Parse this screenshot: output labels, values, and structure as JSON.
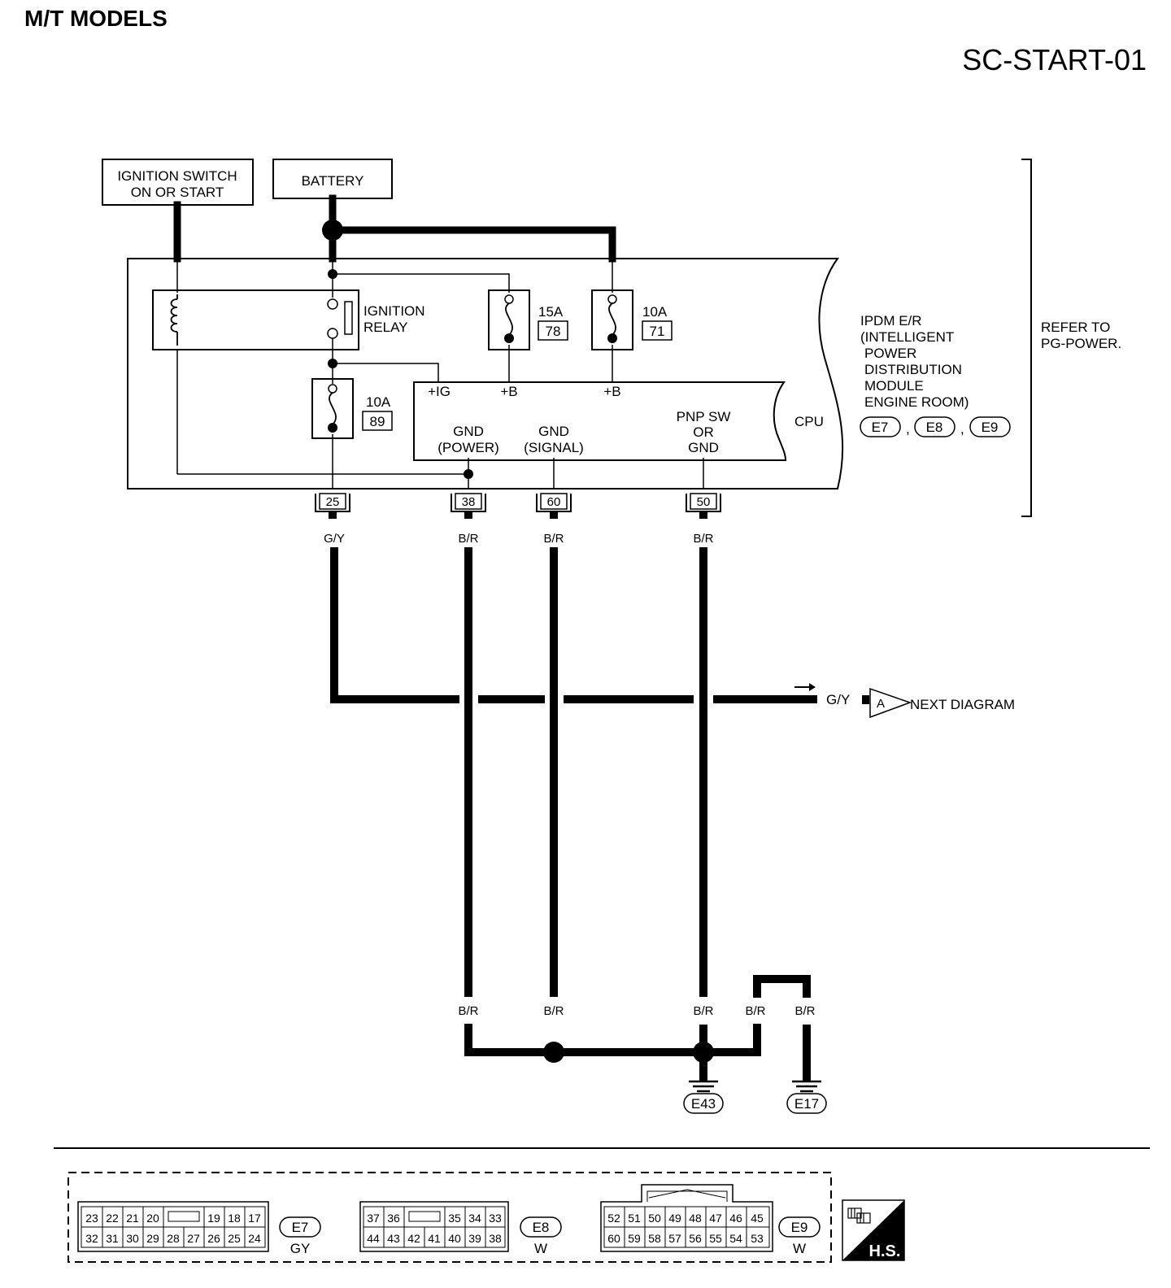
{
  "header": {
    "title": "M/T MODELS",
    "diagram_code": "SC-START-01"
  },
  "sources": {
    "ignition_switch": [
      "IGNITION SWITCH",
      "ON OR START"
    ],
    "battery": "BATTERY"
  },
  "ipdm": {
    "relay_label": [
      "IGNITION",
      "RELAY"
    ],
    "fuses": [
      {
        "rating": "15A",
        "number": "78"
      },
      {
        "rating": "10A",
        "number": "71"
      },
      {
        "rating": "10A",
        "number": "89"
      }
    ],
    "cpu_label": "CPU",
    "pins": {
      "ig": "+IG",
      "b1": "+B",
      "b2": "+B",
      "gnd_power": [
        "GND",
        "(POWER)"
      ],
      "gnd_signal": [
        "GND",
        "(SIGNAL)"
      ],
      "pnp": [
        "PNP SW",
        "OR",
        "GND"
      ]
    },
    "module_label": [
      "IPDM E/R",
      "(INTELLIGENT",
      "POWER",
      "DISTRIBUTION",
      "MODULE",
      "ENGINE ROOM)"
    ],
    "connectors": [
      "E7",
      "E8",
      "E9"
    ],
    "refer": [
      "REFER TO",
      "PG-POWER."
    ]
  },
  "terminals": [
    {
      "number": "25",
      "wire": "G/Y"
    },
    {
      "number": "38",
      "wire": "B/R"
    },
    {
      "number": "60",
      "wire": "B/R"
    },
    {
      "number": "50",
      "wire": "B/R"
    }
  ],
  "next": {
    "wire": "G/Y",
    "tag": "A",
    "label": "NEXT DIAGRAM"
  },
  "ground_wires": [
    "B/R",
    "B/R",
    "B/R",
    "B/R",
    "B/R"
  ],
  "grounds": [
    "E43",
    "E17"
  ],
  "connector_faces": [
    {
      "id": "E7",
      "color": "GY",
      "top": [
        "23",
        "22",
        "21",
        "20",
        "",
        "19",
        "18",
        "17"
      ],
      "bottom": [
        "32",
        "31",
        "30",
        "29",
        "28",
        "27",
        "26",
        "25",
        "24"
      ]
    },
    {
      "id": "E8",
      "color": "W",
      "top": [
        "37",
        "36",
        "",
        "35",
        "34",
        "33"
      ],
      "bottom": [
        "44",
        "43",
        "42",
        "41",
        "40",
        "39",
        "38"
      ]
    },
    {
      "id": "E9",
      "color": "W",
      "top": [
        "52",
        "51",
        "50",
        "49",
        "48",
        "47",
        "46",
        "45"
      ],
      "bottom": [
        "60",
        "59",
        "58",
        "57",
        "56",
        "55",
        "54",
        "53"
      ]
    }
  ],
  "hs_badge": "H.S."
}
